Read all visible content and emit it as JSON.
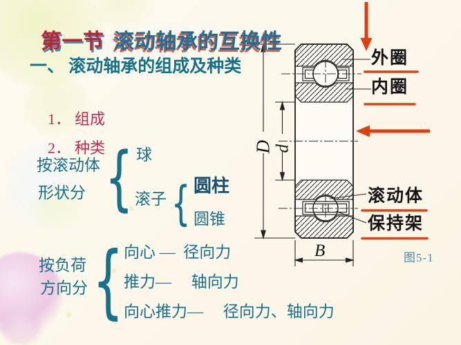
{
  "slide": {
    "title": {
      "section": "第一节",
      "text": "滚动轴承的互换性"
    },
    "subtitle": "一、 滚动轴承的组成及种类",
    "list": {
      "item1_num": "1．",
      "item1_text": "组成",
      "item2_num": "2．",
      "item2_text": "种类"
    },
    "shape_class": {
      "label_line1": "按滚动体",
      "label_line2": "形状分",
      "brace": "{",
      "ball": "球",
      "roller": "滚子",
      "roller_types": {
        "cylindrical": "圆柱",
        "tapered": "圆锥"
      }
    },
    "load_class": {
      "label_line1": "按负荷",
      "label_line2": "方向分",
      "brace": "{",
      "line1": "向心 —  径向力",
      "line2": "推力—　 轴向力",
      "line3": "向心推力—　 径向力、轴向力"
    },
    "figure": {
      "caption": "图5-1",
      "labels": {
        "outer_ring": "外圈",
        "inner_ring": "内圈",
        "rolling_element": "滚动体",
        "cage": "保持架"
      },
      "dimensions": {
        "outer_diameter": "D",
        "bore_diameter": "d",
        "width": "B"
      }
    },
    "colors": {
      "background": "#fdf8ec",
      "title_red": "#c41f2f",
      "title_blue": "#1d6f96",
      "teal_text": "#19708a",
      "list_red": "#c02a55",
      "bold_navy": "#134f73",
      "arrow_red": "#e23c0f",
      "underline_red": "#dc4319",
      "caption_teal": "#4d8ba6",
      "line_black": "#222222"
    }
  }
}
